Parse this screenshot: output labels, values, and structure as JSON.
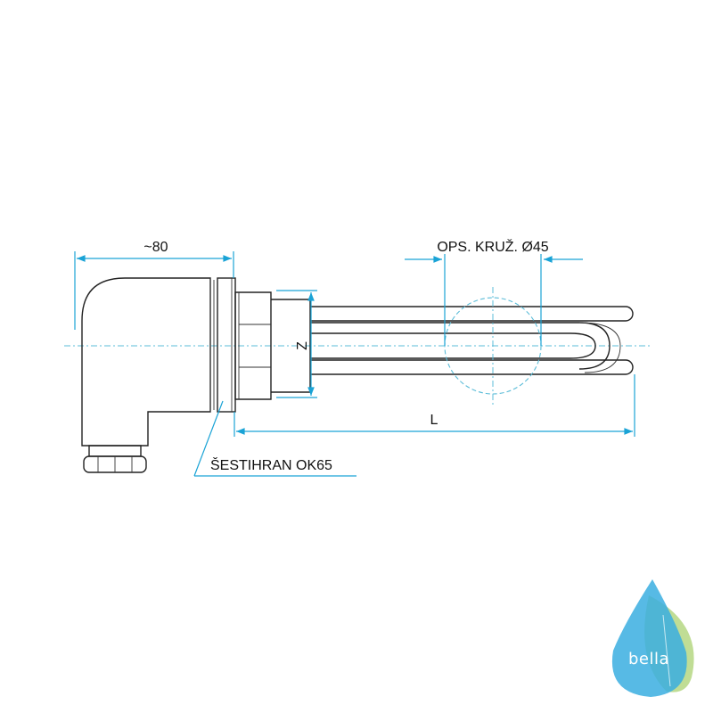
{
  "drawing": {
    "dim_width_label": "~80",
    "dim_circle_label": "OPS. KRUŽ. Ø45",
    "dim_z_label": "Z",
    "dim_length_label": "L",
    "thread_callout_label": "ŠESTIHRAN OK65"
  },
  "logo": {
    "text": "bella",
    "colors": {
      "drop": "#3aaee0",
      "leaf": "#b9d98a"
    }
  },
  "colors": {
    "dimension": "#1aa3d6",
    "centerline": "#5bbcd8",
    "outline": "#222222"
  }
}
